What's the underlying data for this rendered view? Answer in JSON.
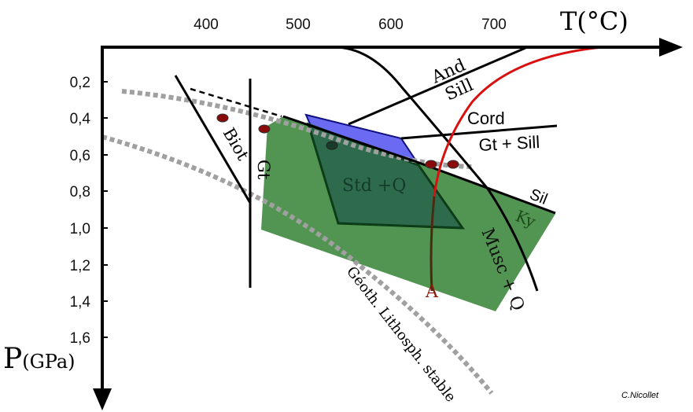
{
  "axes": {
    "t_label": "T(°C)",
    "p_label_main": "P",
    "p_label_unit": "(GPa)",
    "t_ticks": [
      "400",
      "500",
      "600",
      "700"
    ],
    "p_ticks": [
      "0,2",
      "0,4",
      "0,6",
      "0,8",
      "1,0",
      "1,2",
      "1,4",
      "1,6"
    ]
  },
  "labels": {
    "and": "And",
    "sill": "Sill",
    "cord": "Cord",
    "gt_sill": "Gt + Sill",
    "sil": "Sil",
    "ky": "Ky",
    "musc_q": "Musc + Q",
    "std_q": "Std +Q",
    "biot": "Biot",
    "gt": "Gt",
    "a": "A",
    "geotherm": "Géoth. Lithosph. stable",
    "credit": "C.Nicollet"
  },
  "colors": {
    "green_field": "#3f8a3f",
    "blue_field": "#5050e8",
    "red_curve": "#d81010",
    "geotherm": "#a0a0a0"
  }
}
